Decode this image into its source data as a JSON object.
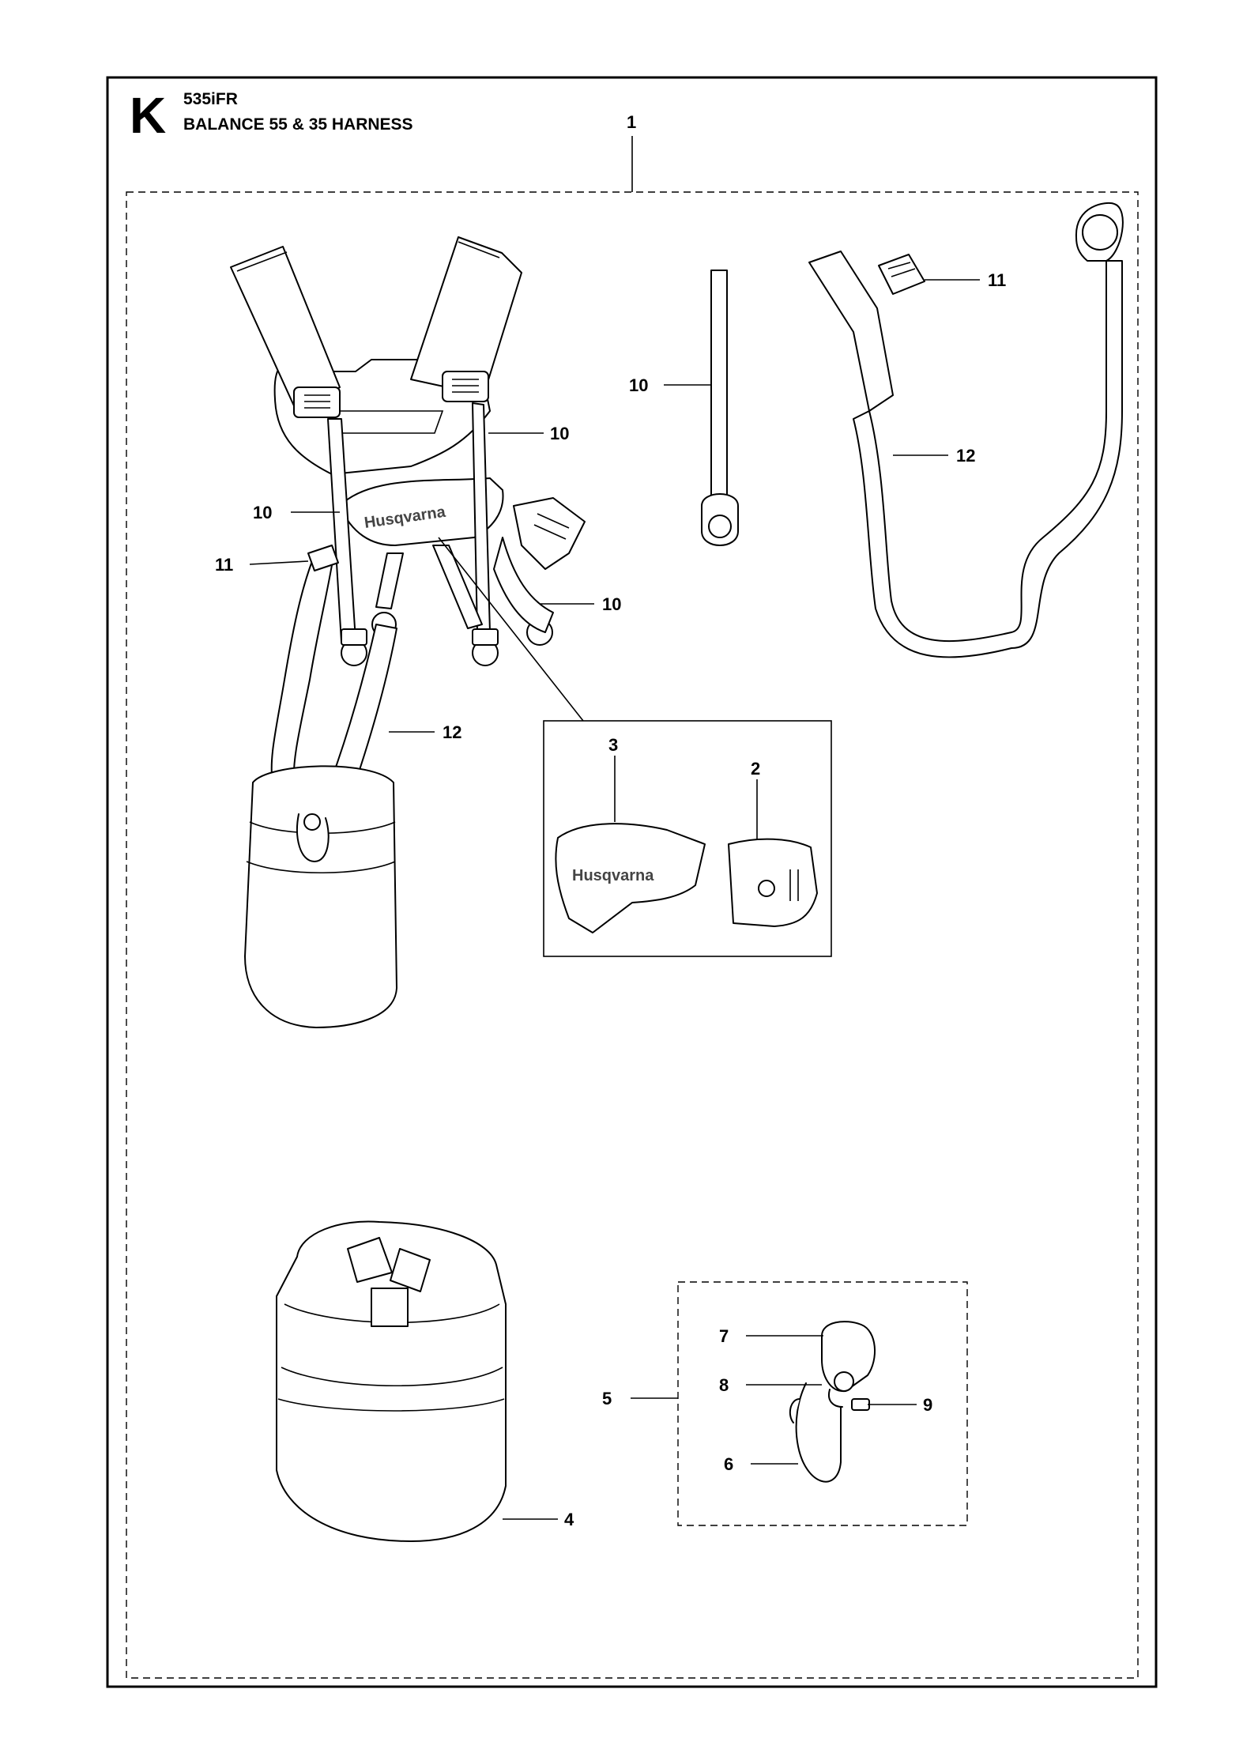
{
  "header": {
    "section_letter": "K",
    "model": "535iFR",
    "title": "BALANCE 55 & 35 HARNESS"
  },
  "brand_logo_text": "Husqvarna",
  "callouts": {
    "assembly": "1",
    "pad_right": "2",
    "pad_left": "3",
    "bag": "4",
    "hook_assembly": "5",
    "hook": "6",
    "hook_cover": "7",
    "hook_spring": "8",
    "hook_bolt": "9",
    "strap_a": "10",
    "strap_b": "10",
    "strap_c": "10",
    "strap_loose": "10",
    "buckle_a": "11",
    "buckle_loose": "11",
    "belt_a": "12",
    "belt_loose": "12"
  }
}
